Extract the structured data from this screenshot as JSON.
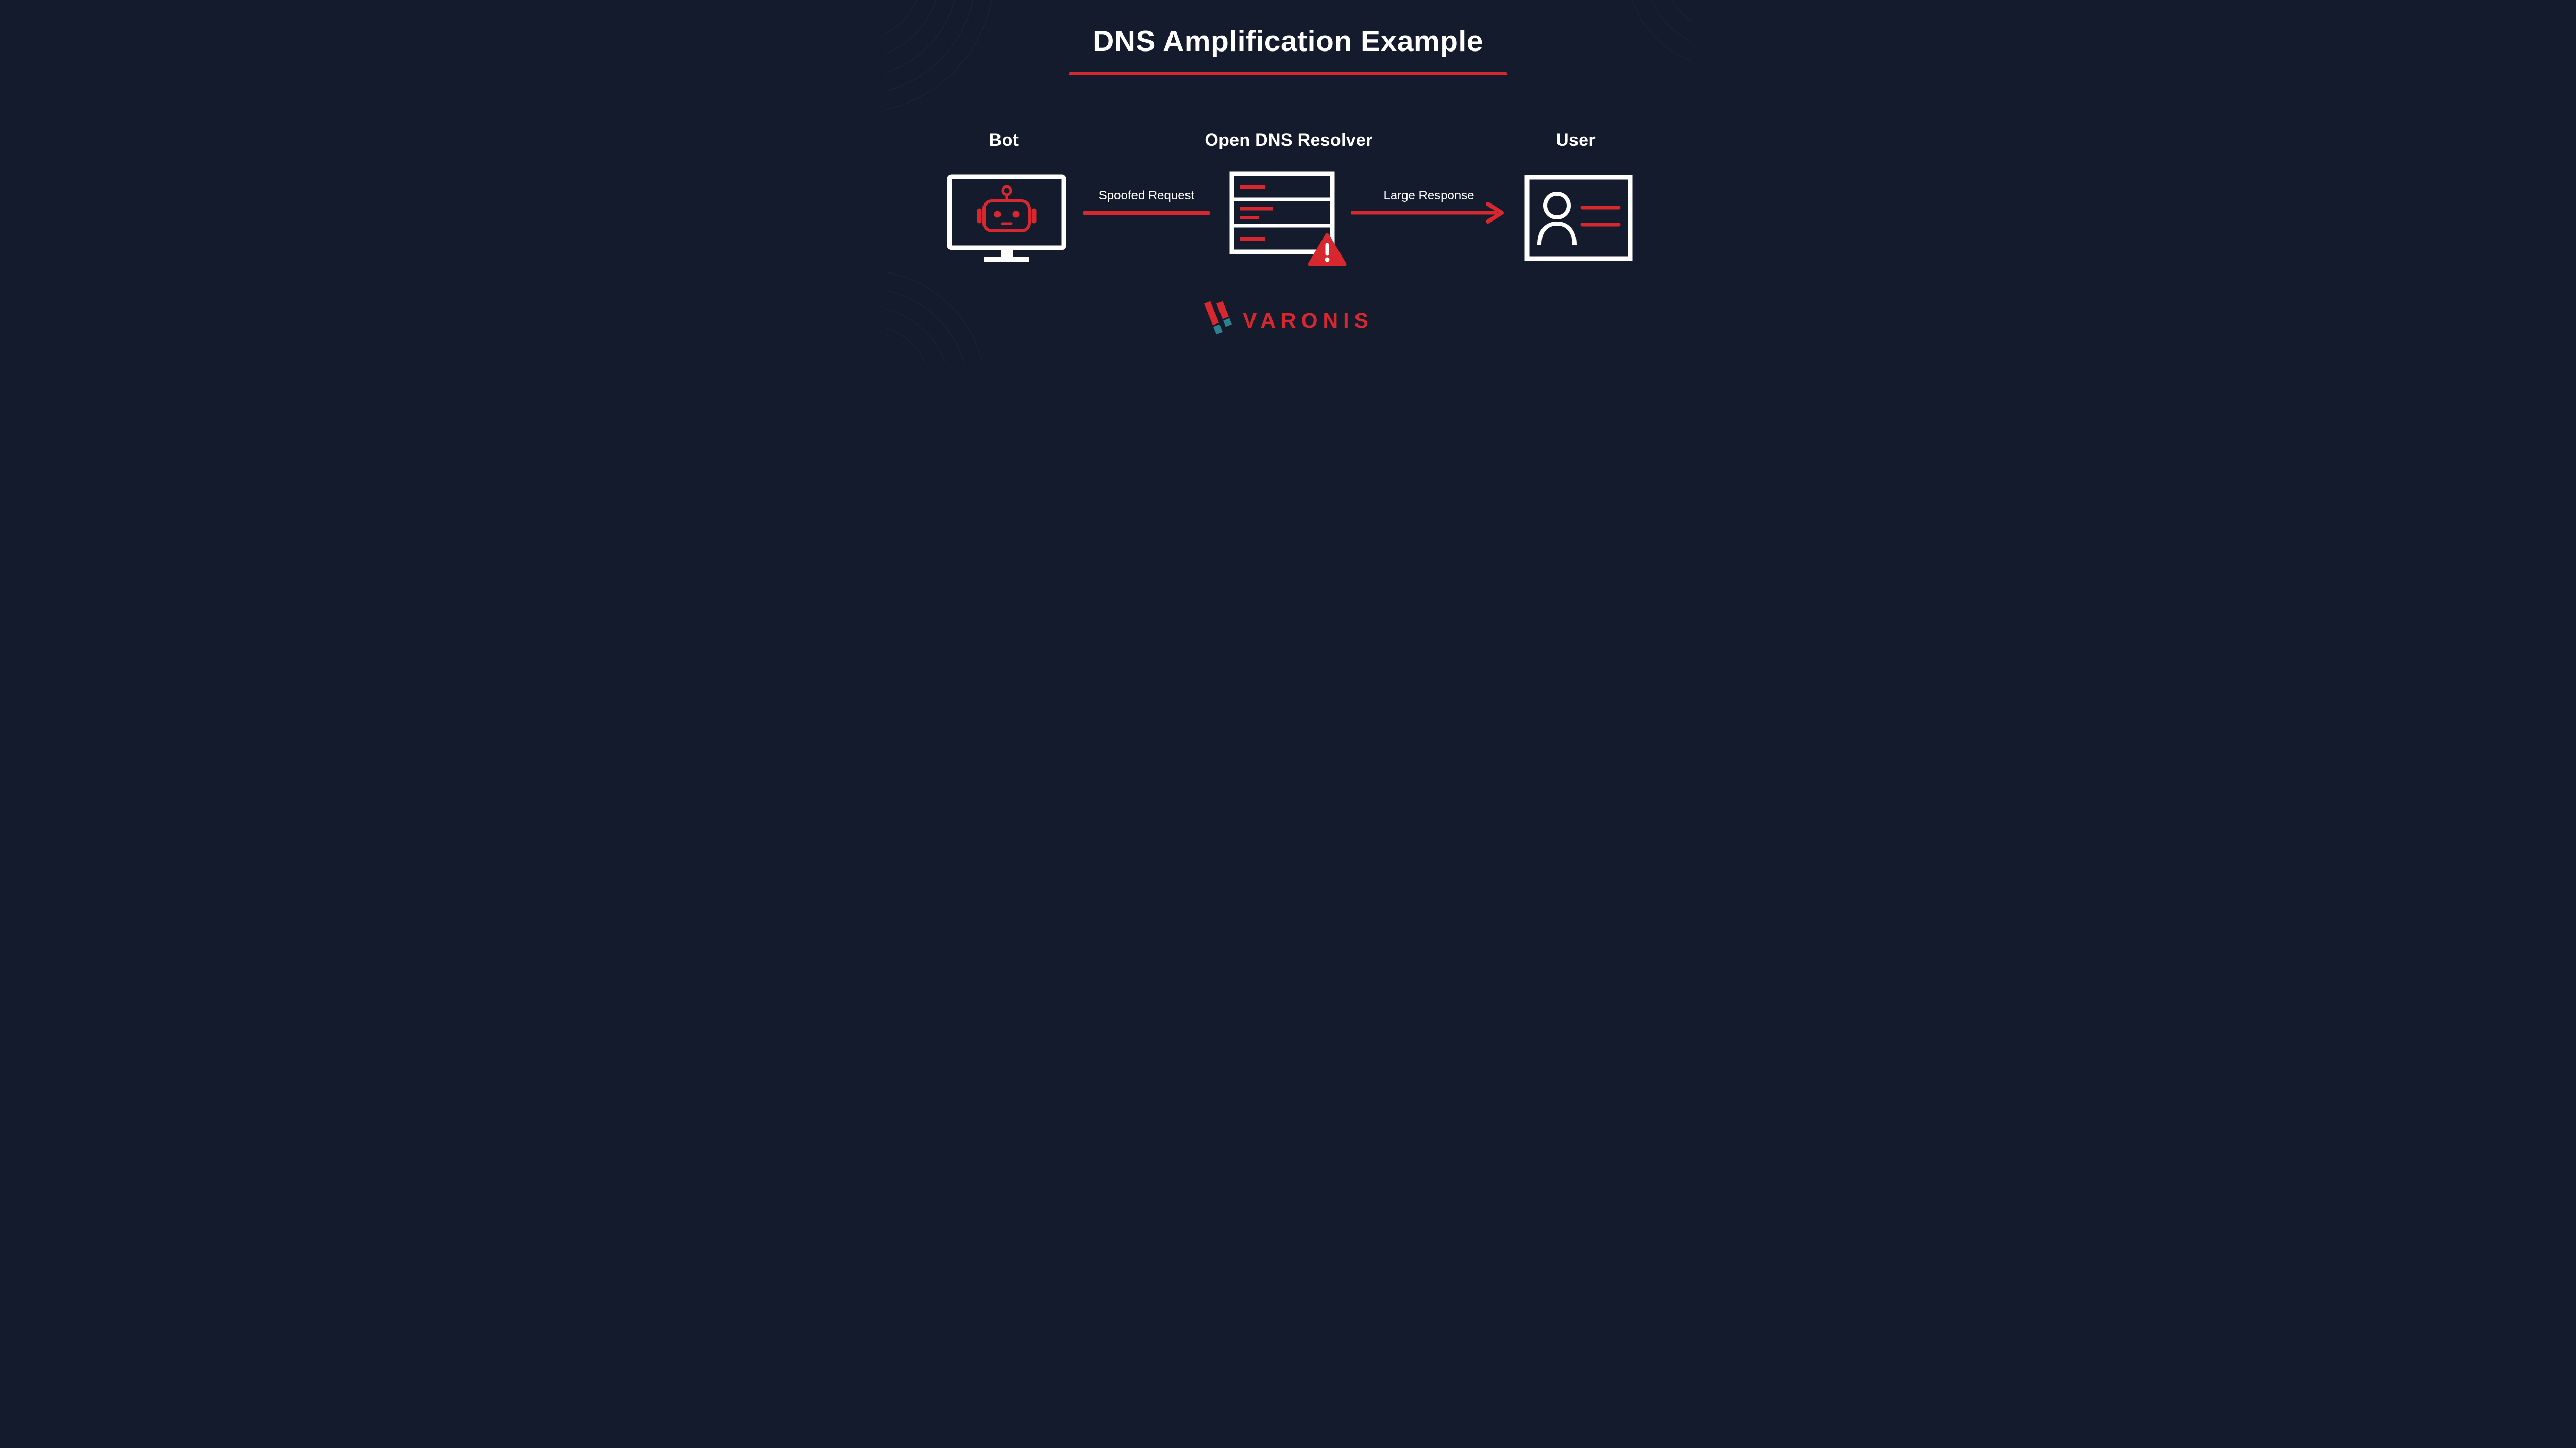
{
  "page": {
    "title": "DNS Amplification Example"
  },
  "nodes": {
    "bot": {
      "label": "Bot",
      "icon": "bot-monitor-icon"
    },
    "resolver": {
      "label": "Open DNS Resolver",
      "icon": "dns-server-icon",
      "badge_icon": "warning-triangle-icon"
    },
    "user": {
      "label": "User",
      "icon": "user-card-icon"
    }
  },
  "edges": {
    "spoofed_request": {
      "label": "Spoofed Request",
      "from": "Bot",
      "to": "Open DNS Resolver",
      "direction": "right"
    },
    "large_response": {
      "label": "Large Response",
      "from": "Open DNS Resolver",
      "to": "User",
      "direction": "right"
    }
  },
  "logo": {
    "wordmark": "VARONIS"
  },
  "colors": {
    "background": "#141b2d",
    "accent_red": "#d7282f",
    "foreground": "#ffffff",
    "logo_teal": "#2f808e"
  }
}
